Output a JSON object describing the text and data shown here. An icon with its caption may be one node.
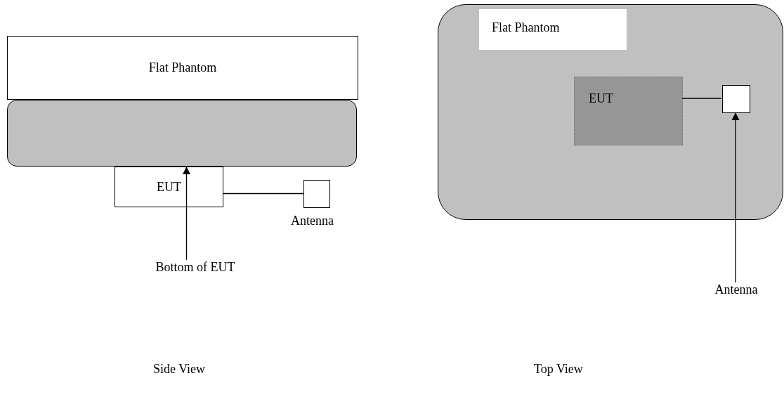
{
  "diagram": {
    "nodes": [
      {
        "text": [
          "Flat Phantom"
        ]
      },
      {
        "text": [],
        "shape": "box"
      },
      {
        "text": [
          "EUT"
        ]
      },
      {
        "text": [],
        "shape": "box",
        "beside": [
          "Antenna"
        ]
      },
      {
        "text": [
          "Bottom of EUT"
        ]
      },
      {
        "text": [
          "Flat Phantom"
        ]
      },
      {
        "text": [
          "EUT"
        ],
        "in": 5
      },
      {
        "text": [],
        "shape": "box",
        "in": 5
      },
      {
        "text": [
          "Antenna"
        ]
      }
    ],
    "edges": [
      {
        "from": 2,
        "to": 3,
        "arrow": "none"
      },
      {
        "from": 4,
        "to": 2,
        "arrow": "to"
      },
      {
        "from": 6,
        "to": 7,
        "arrow": "none"
      },
      {
        "from": 8,
        "to": 7,
        "arrow": "to"
      }
    ],
    "labels": [
      "Side View",
      "Top View"
    ]
  }
}
